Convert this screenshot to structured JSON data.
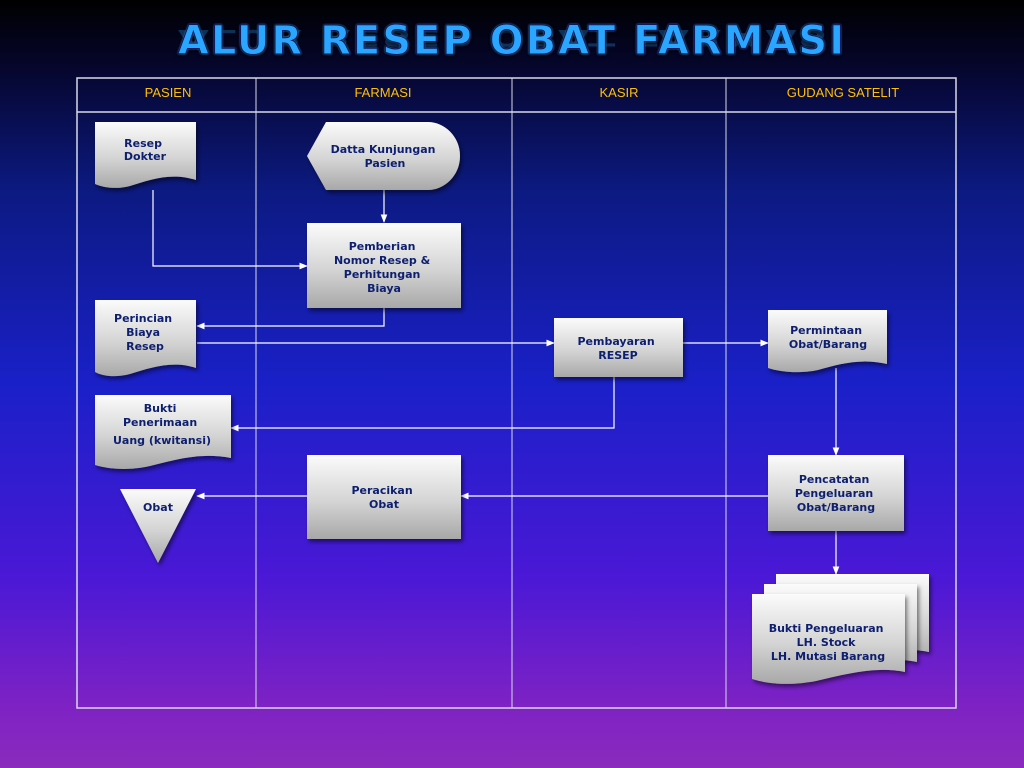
{
  "title": "ALUR RESEP OBAT FARMASI",
  "lanes": [
    "PASIEN",
    "FARMASI",
    "KASIR",
    "GUDANG SATELIT"
  ],
  "nodes": {
    "resep_dokter": [
      "Resep",
      "Dokter"
    ],
    "data_kunjungan": [
      "Datta Kunjungan",
      "Pasien"
    ],
    "pemberian_nomor": [
      "Pemberian",
      "Nomor Resep &",
      "Perhitungan",
      "Biaya"
    ],
    "perincian_biaya": [
      "Perincian",
      "Biaya",
      "Resep"
    ],
    "pembayaran_resep": [
      "Pembayaran",
      "RESEP"
    ],
    "permintaan_obat": [
      "Permintaan",
      "Obat/Barang"
    ],
    "bukti_penerimaan": [
      "Bukti",
      "Penerimaan",
      "Uang (kwitansi)"
    ],
    "peracikan_obat": [
      "Peracikan",
      "Obat"
    ],
    "pencatatan": [
      "Pencatatan",
      "Pengeluaran",
      "Obat/Barang"
    ],
    "obat": [
      "Obat"
    ],
    "bukti_pengeluaran": [
      "Bukti Pengeluaran",
      "LH. Stock",
      "LH. Mutasi Barang"
    ]
  },
  "colors": {
    "title": "#2aa6ff",
    "lane_header": "#ffc000",
    "node_text": "#0d1f6e",
    "grid": "#d8d8e8",
    "arrow": "#ffffff"
  }
}
